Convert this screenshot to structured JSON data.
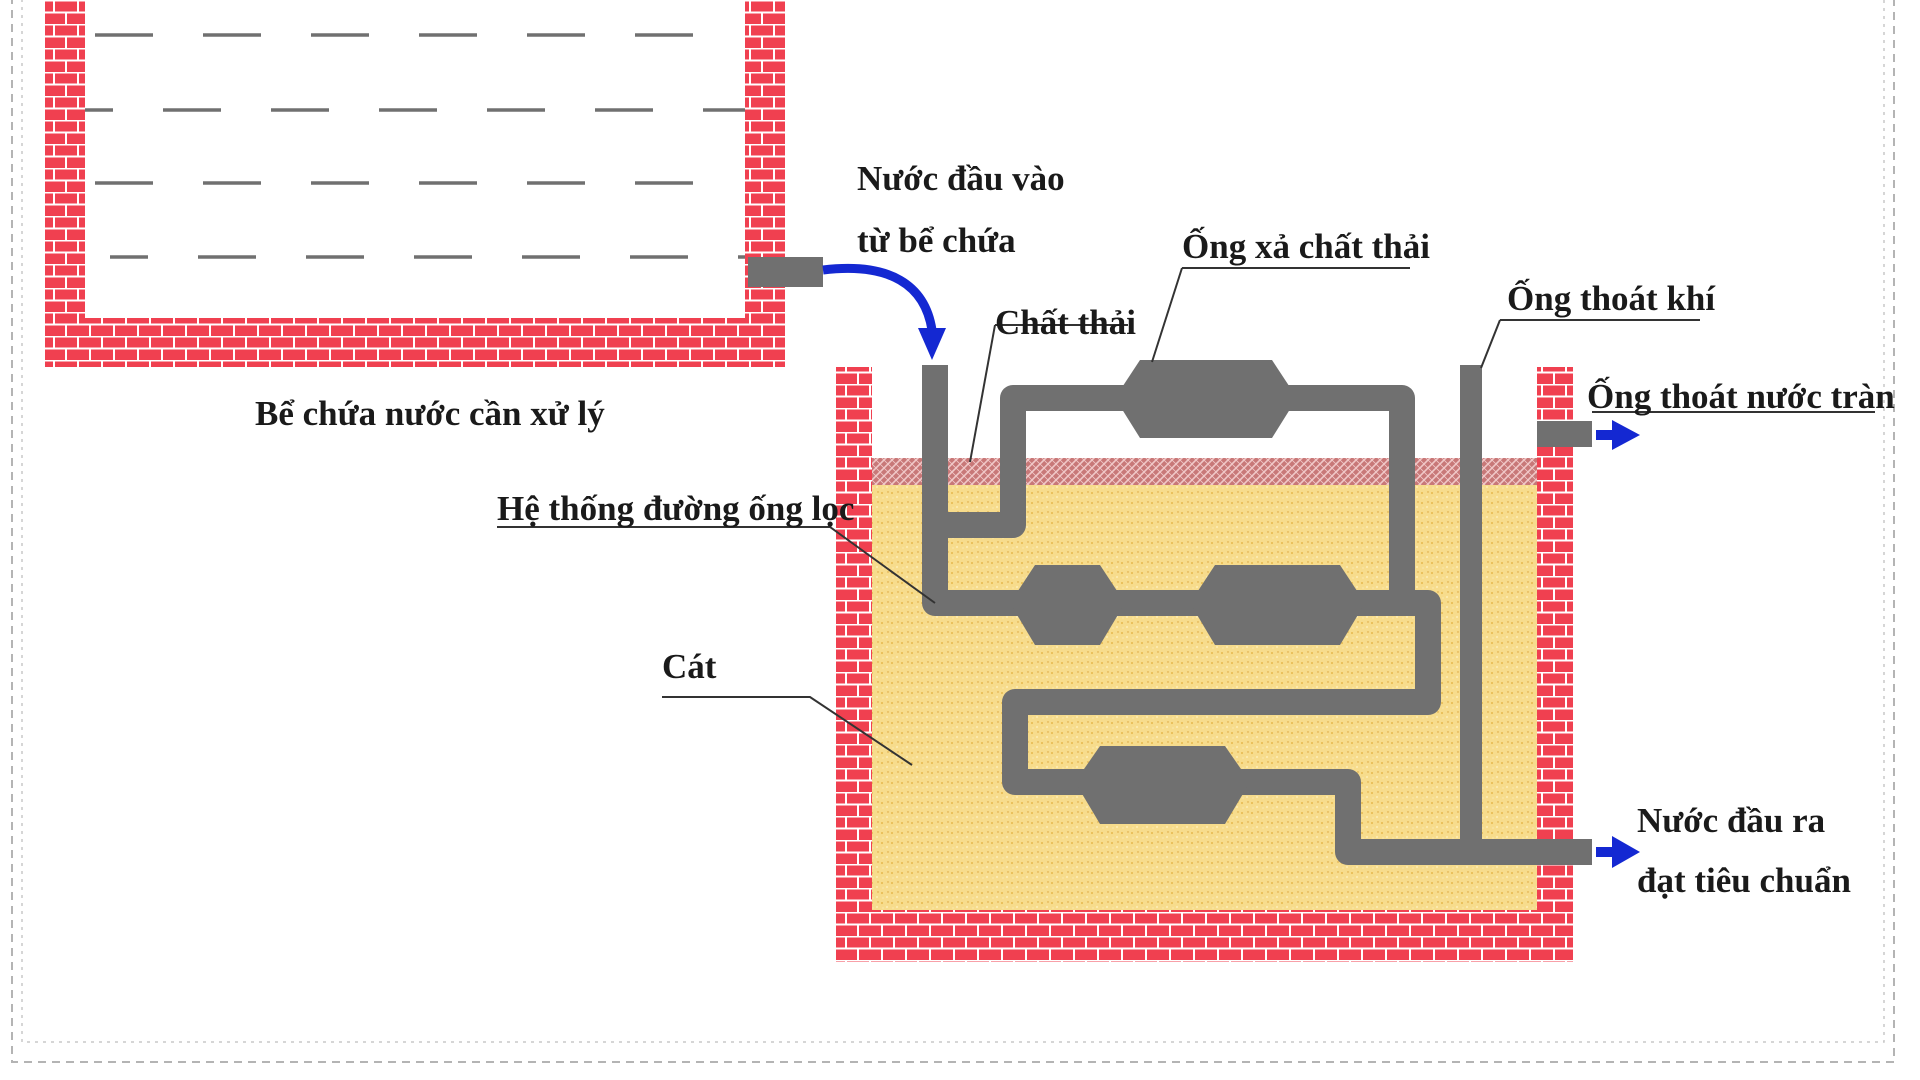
{
  "diagram": {
    "labels": {
      "tank": "Bể chứa nước cần xử lý",
      "inlet_line1": "Nước đầu vào",
      "inlet_line2": "từ bể chứa",
      "waste": "Chất thải",
      "waste_pipe": "Ống xả chất thải",
      "gas_vent": "Ống thoát khí",
      "overflow": "Ống thoát nước tràn",
      "filter_pipes": "Hệ thống đường ống lọc",
      "sand": "Cát",
      "outlet_line1": "Nước đầu ra",
      "outlet_line2": "đạt tiêu chuẩn"
    },
    "colors": {
      "brick": "#f04050",
      "mortar": "#ffffff",
      "sand": "#f7dc8c",
      "pipe": "#707070",
      "waste_layer": "#c87878",
      "arrow": "#1428d2",
      "text": "#1a1a1a"
    }
  }
}
